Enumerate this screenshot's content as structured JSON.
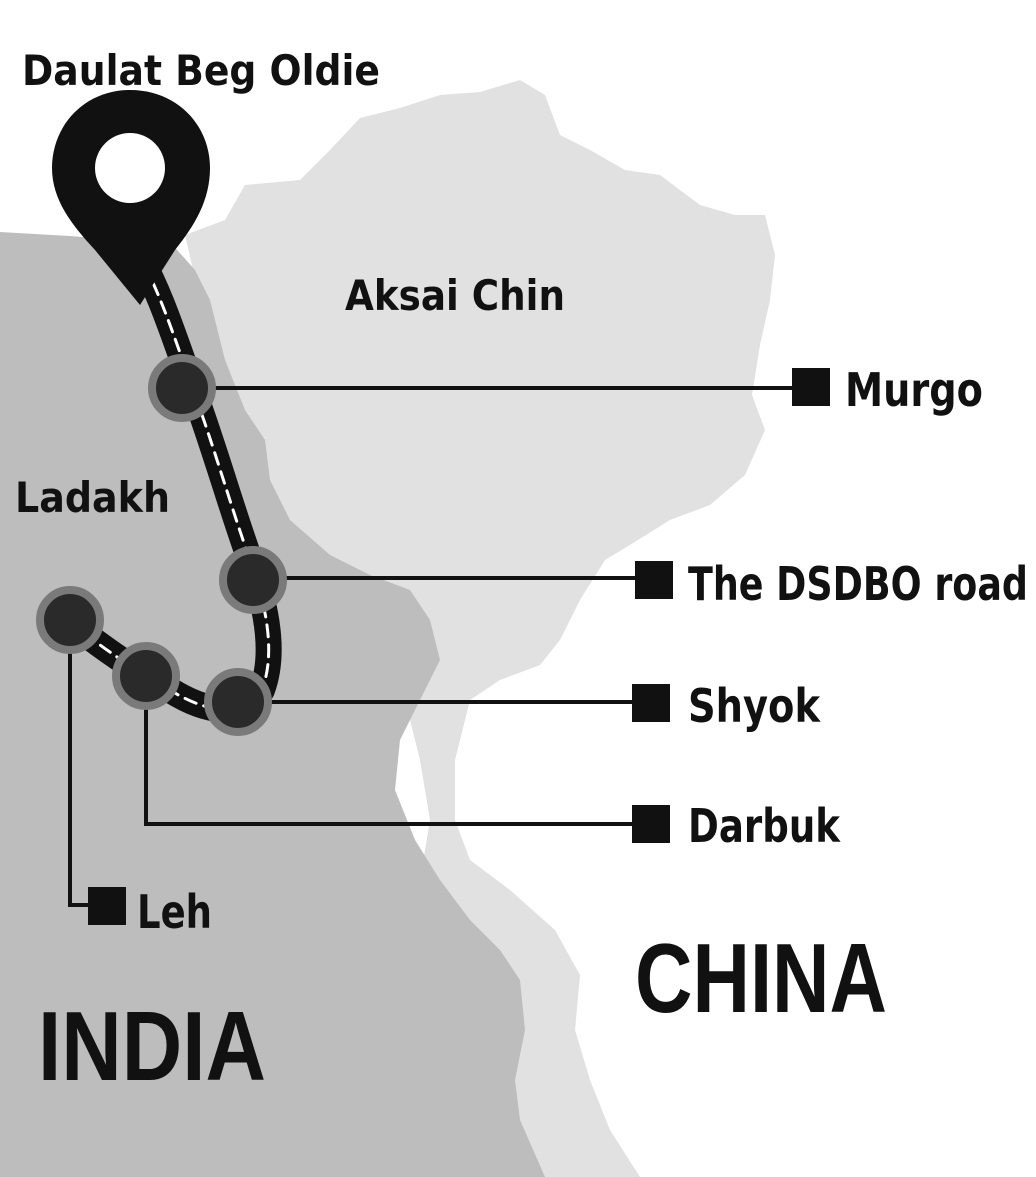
{
  "map": {
    "labels": {
      "daulat_beg_oldie": "Daulat Beg Oldie",
      "aksai_chin": "Aksai Chin",
      "ladakh": "Ladakh",
      "india": "INDIA",
      "china": "CHINA"
    },
    "stops": [
      {
        "id": "murgo",
        "label": "Murgo"
      },
      {
        "id": "dsdbo",
        "label": "The DSDBO road"
      },
      {
        "id": "shyok",
        "label": "Shyok"
      },
      {
        "id": "darbuk",
        "label": "Darbuk"
      },
      {
        "id": "leh",
        "label": "Leh"
      }
    ],
    "colors": {
      "india_region": "#bdbdbd",
      "china_region": "#e1e1e1",
      "road": "#111111",
      "stop_fill": "#2a2a2a",
      "stop_ring": "#7a7a7a"
    },
    "icon": "location-pin-icon"
  }
}
